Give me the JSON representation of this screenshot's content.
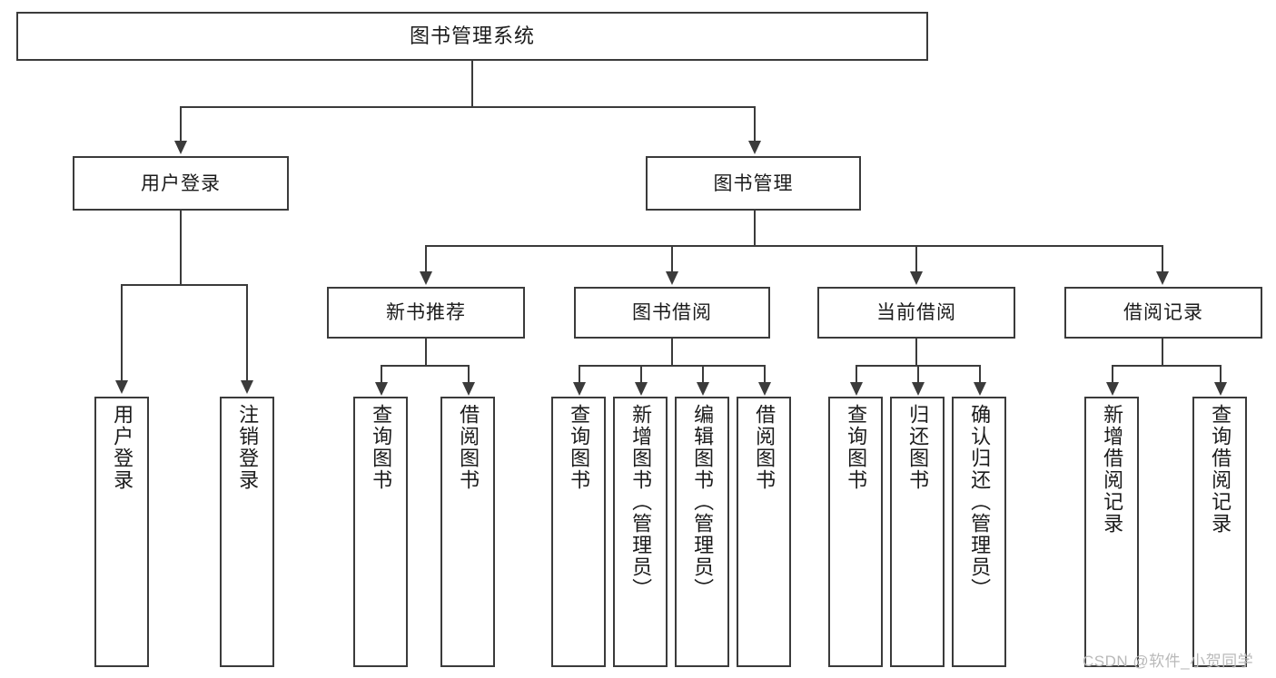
{
  "diagram": {
    "type": "tree-hierarchy",
    "title": "图书管理系统",
    "orientation": "top-down",
    "style": {
      "box_border_color": "#3b3b3b",
      "box_fill_color": "#ffffff",
      "connector_color": "#3b3b3b",
      "text_color": "#1b1b1b",
      "background": "#ffffff",
      "watermark_color": "#b9b9b9"
    },
    "root": {
      "label": "图书管理系统"
    },
    "level2": [
      {
        "label": "用户登录"
      },
      {
        "label": "图书管理"
      }
    ],
    "level3": [
      {
        "label": "新书推荐"
      },
      {
        "label": "图书借阅"
      },
      {
        "label": "当前借阅"
      },
      {
        "label": "借阅记录"
      }
    ],
    "leaves": {
      "user_login": [
        {
          "label": "用户登录"
        },
        {
          "label": "注销登录"
        }
      ],
      "new_book_recommend": [
        {
          "label": "查询图书"
        },
        {
          "label": "借阅图书"
        }
      ],
      "book_borrow": [
        {
          "label": "查询图书"
        },
        {
          "label": "新增图书（管理员）"
        },
        {
          "label": "编辑图书（管理员）"
        },
        {
          "label": "借阅图书"
        }
      ],
      "current_borrow": [
        {
          "label": "查询图书"
        },
        {
          "label": "归还图书"
        },
        {
          "label": "确认归还（管理员）"
        }
      ],
      "borrow_record": [
        {
          "label": "新增借阅记录"
        },
        {
          "label": "查询借阅记录"
        }
      ]
    }
  },
  "watermark": {
    "text": "CSDN @软件_小贺同学"
  }
}
